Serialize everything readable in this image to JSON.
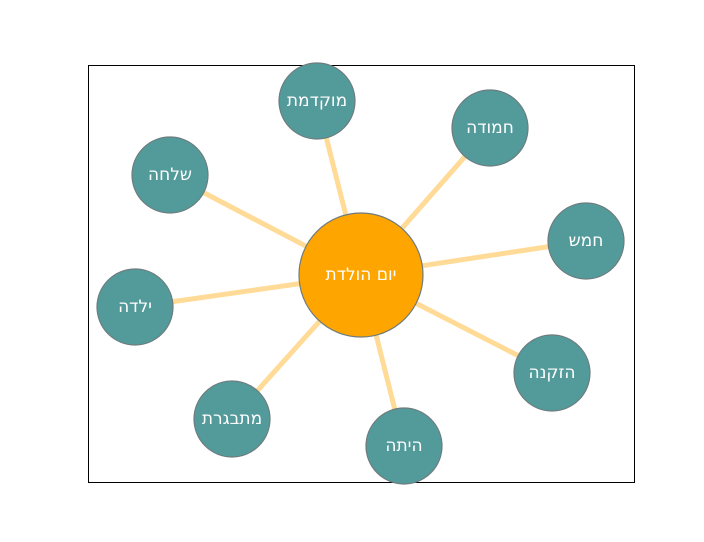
{
  "diagram": {
    "colors": {
      "background": "#ffffff",
      "frame": "#000000",
      "edge": "#ffdb97",
      "center_fill": "#ffa500",
      "leaf_fill": "#539a9b",
      "node_stroke": "#6e7b7e",
      "label": "#ffffff"
    },
    "center": {
      "label": "יום הולדת"
    },
    "leaves": [
      {
        "label": "מוקדמת"
      },
      {
        "label": "חמודה"
      },
      {
        "label": "שלחה"
      },
      {
        "label": "חמש"
      },
      {
        "label": "ילדה"
      },
      {
        "label": "הזקנה"
      },
      {
        "label": "מתבגרת"
      },
      {
        "label": "היתה"
      }
    ]
  }
}
